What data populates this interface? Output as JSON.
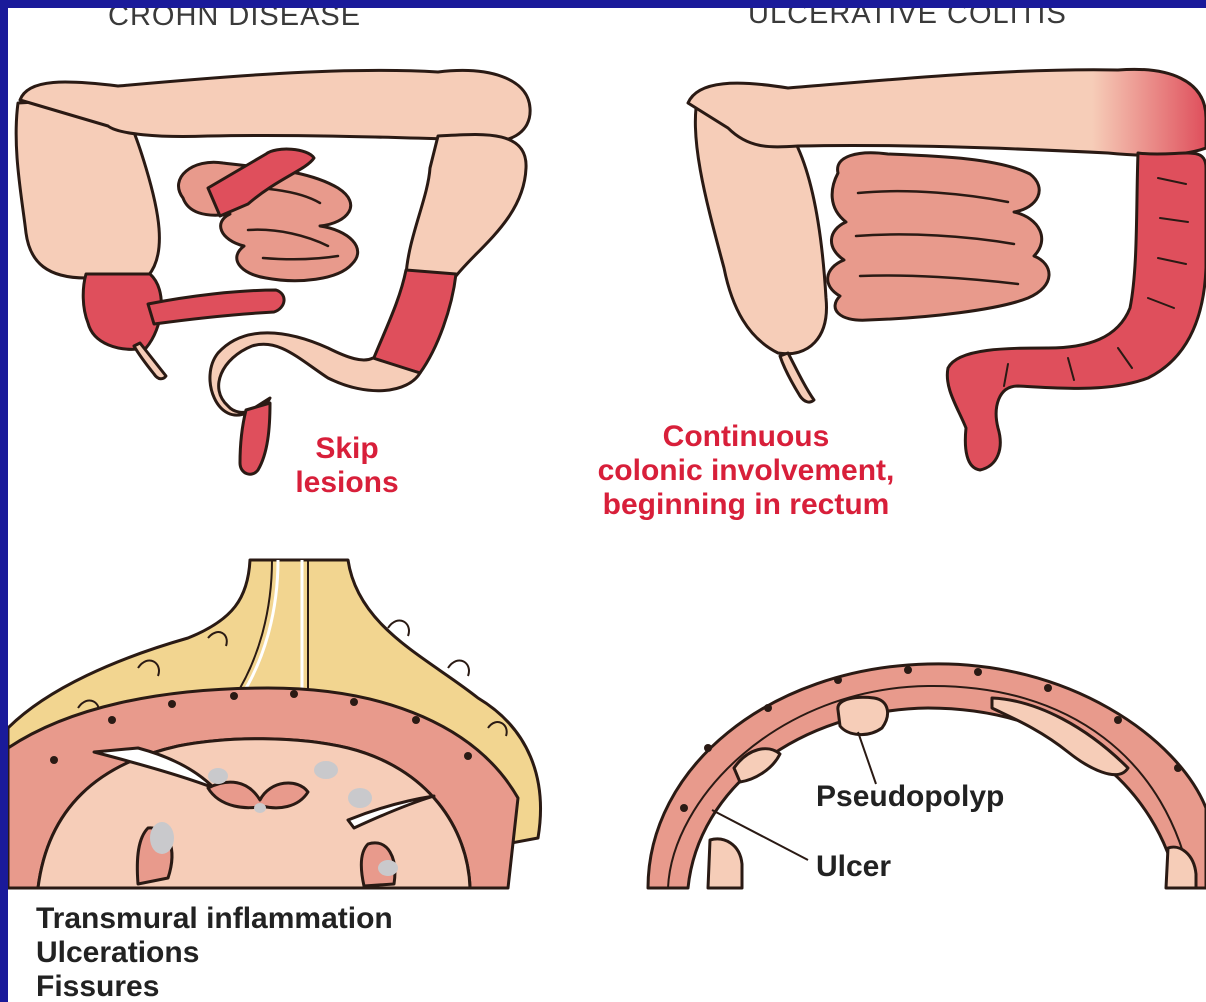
{
  "headings": {
    "crohn": "CROHN DISEASE",
    "uc": "ULCERATIVE COLITIS"
  },
  "crohn_labels": {
    "skip_line1": "Skip",
    "skip_line2": "lesions",
    "features": [
      "Transmural inflammation",
      "Ulcerations",
      "Fissures"
    ]
  },
  "uc_labels": {
    "continuous_line1": "Continuous",
    "continuous_line2": "colonic involvement,",
    "continuous_line3": "beginning in rectum",
    "pseudopolyp": "Pseudopolyp",
    "ulcer": "Ulcer"
  },
  "colors": {
    "frame_blue": "#1a1a9a",
    "healthy_tissue": "#f6cdb8",
    "small_bowel": "#e89a8c",
    "inflamed": "#df4f5c",
    "fat": "#f2d590",
    "label_red": "#d81f3a"
  }
}
